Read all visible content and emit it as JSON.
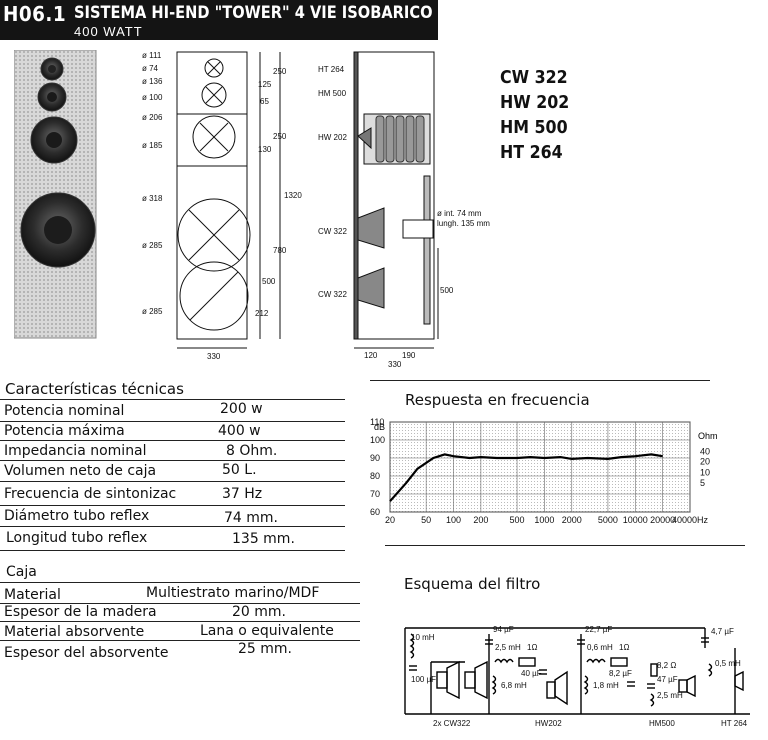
{
  "header": {
    "code": "H06.1",
    "title": "SISTEMA HI-END \"TOWER\" 4 VIE  ISOBARICO",
    "subtitle": "400 WATT"
  },
  "models": [
    "CW 322",
    "HW 202",
    "HM 500",
    "HT 264"
  ],
  "front_drawing": {
    "diameters": [
      "ø 111",
      "ø 74",
      "ø 136",
      "ø 100",
      "ø 206",
      "ø 185",
      "ø 318",
      "ø 285",
      "ø 285"
    ],
    "dims": [
      "250",
      "125",
      "65",
      "250",
      "130",
      "1320",
      "780",
      "500",
      "212",
      "330"
    ]
  },
  "side_drawing": {
    "labels": [
      "HT 264",
      "HM 500",
      "HW 202",
      "CW 322",
      "CW 322"
    ],
    "port_note_1": "ø int.   74 mm",
    "port_note_2": "lungh. 135 mm",
    "dims": [
      "500",
      "120",
      "190",
      "330"
    ]
  },
  "specs": {
    "title": "Características técnicas",
    "rows": [
      {
        "label": "Potencia nominal",
        "value": "200 w"
      },
      {
        "label": "Potencia máxima",
        "value": "400  w"
      },
      {
        "label": "Impedancia nominal",
        "value": "8 Ohm."
      },
      {
        "label": "Volumen neto de caja",
        "value": "50 L."
      },
      {
        "label": "Frecuencia de sintonizac",
        "value": "37 Hz"
      },
      {
        "label": "Diámetro tubo reflex",
        "value": "74 mm."
      },
      {
        "label": "Longitud tubo reflex",
        "value": "135 mm."
      }
    ]
  },
  "box": {
    "title": "Caja",
    "rows": [
      {
        "label": "Material",
        "value": "Multiestrato marino/MDF"
      },
      {
        "label": "Espesor de la madera",
        "value": "20 mm."
      },
      {
        "label": "Material absorvente",
        "value": "Lana o equivalente"
      },
      {
        "label": "Espesor del absorvente",
        "value": "25 mm."
      }
    ]
  },
  "response": {
    "title": "Respuesta en frecuencia",
    "db_unit": "dB",
    "y_ticks": [
      "110",
      "100",
      "90",
      "80",
      "70",
      "60"
    ],
    "ohm_unit": "Ohm",
    "ohm_ticks": [
      "40",
      "20",
      "10",
      "5"
    ],
    "x_ticks": [
      "20",
      "50",
      "100",
      "200",
      "500",
      "1000",
      "2000",
      "5000",
      "10000",
      "20000",
      "40000Hz"
    ]
  },
  "chart_data": {
    "type": "line",
    "title": "Respuesta en frecuencia",
    "xscale": "log",
    "xlim": [
      20,
      40000
    ],
    "ylim": [
      60,
      110
    ],
    "ylabel": "dB",
    "series": [
      {
        "x": [
          20,
          30,
          40,
          60,
          80,
          100,
          150,
          200,
          300,
          500,
          700,
          1000,
          1500,
          2000,
          3000,
          5000,
          7000,
          10000,
          15000,
          20000
        ],
        "y": [
          66,
          76,
          84,
          90,
          92,
          91,
          90,
          90.5,
          90,
          90,
          90.5,
          90,
          90.5,
          89.5,
          90,
          89.5,
          90.5,
          91,
          92,
          91
        ]
      }
    ]
  },
  "filter": {
    "title": "Esquema del filtro",
    "components": [
      "10 mH",
      "100 µF",
      "94 µF",
      "2,5 mH",
      "1Ω",
      "40 µF",
      "6,8 mH",
      "22,7 µF",
      "0,6 mH",
      "1Ω",
      "8,2 µF",
      "1,8 mH",
      "8,2 Ω",
      "47 µF",
      "2,5 mH",
      "4,7 µF",
      "0,5 mH"
    ],
    "drivers": [
      "2x CW322",
      "HW202",
      "HM500",
      "HT 264"
    ]
  }
}
